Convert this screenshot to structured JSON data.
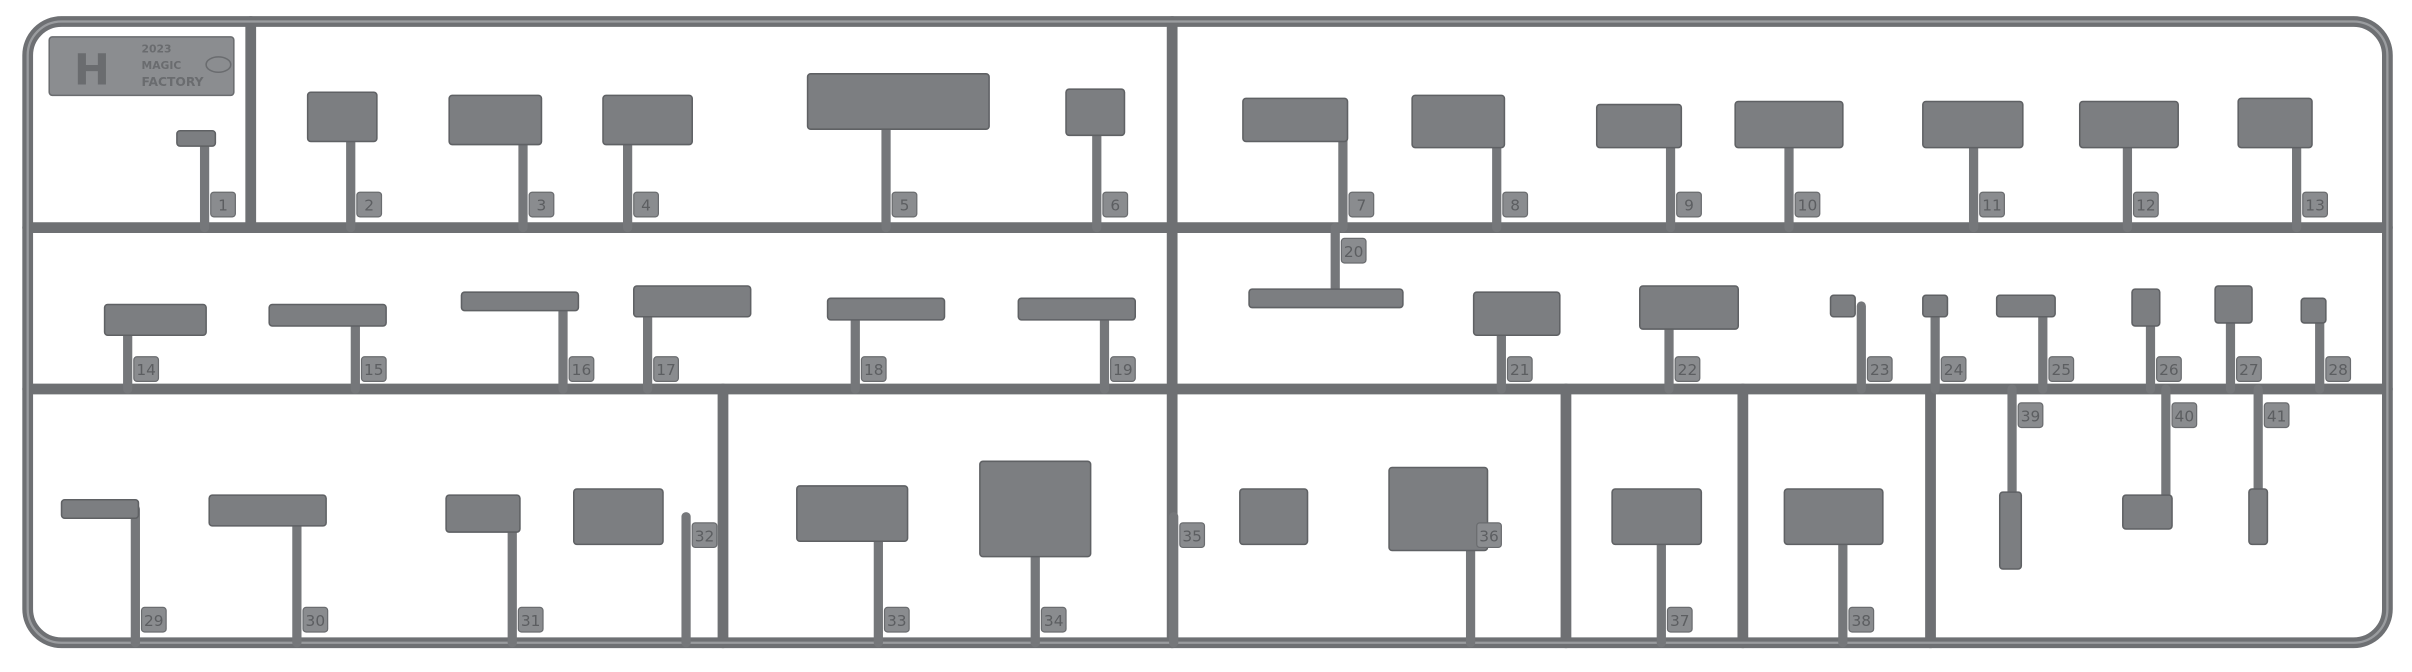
{
  "sprue": {
    "letter": "H",
    "year": "2023",
    "brand_line1": "MAGIC",
    "brand_line2": "FACTORY",
    "colors": {
      "plastic": "#7c7e81",
      "runner": "#6e7073",
      "background": "#ffffff"
    },
    "part_numbers": [
      "1",
      "2",
      "3",
      "4",
      "5",
      "6",
      "7",
      "8",
      "9",
      "10",
      "11",
      "12",
      "13",
      "14",
      "15",
      "16",
      "17",
      "18",
      "19",
      "20",
      "21",
      "22",
      "23",
      "24",
      "25",
      "26",
      "27",
      "28",
      "29",
      "30",
      "31",
      "32",
      "33",
      "34",
      "35",
      "36",
      "37",
      "38",
      "39",
      "40",
      "41"
    ]
  }
}
